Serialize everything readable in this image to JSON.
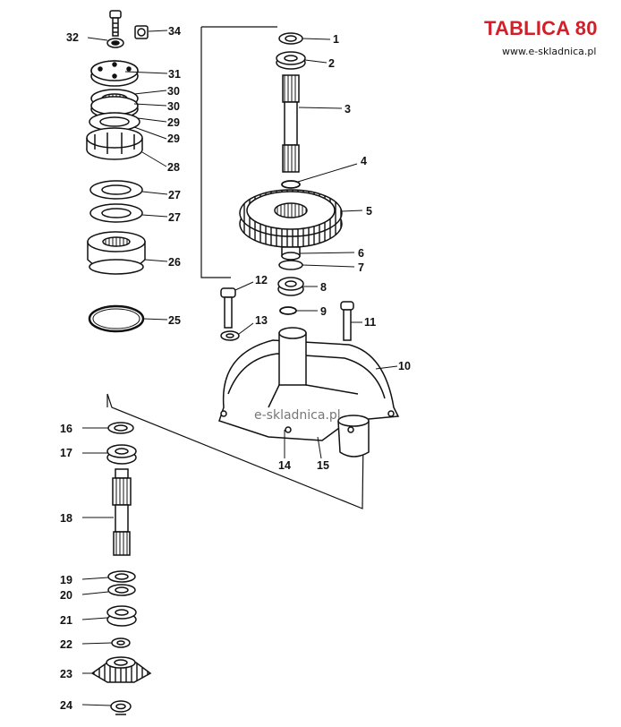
{
  "header": {
    "title": "TABLICA 80",
    "website": "www.e-skladnica.pl",
    "title_color": "#d1202a"
  },
  "watermark": "e-skladnica.pl",
  "callouts": {
    "n1": "1",
    "n2": "2",
    "n3": "3",
    "n4": "4",
    "n5": "5",
    "n6": "6",
    "n7": "7",
    "n8": "8",
    "n9": "9",
    "n10": "10",
    "n11": "11",
    "n12": "12",
    "n13": "13",
    "n14": "14",
    "n15": "15",
    "n16": "16",
    "n17": "17",
    "n18": "18",
    "n19": "19",
    "n20": "20",
    "n21": "21",
    "n22": "22",
    "n23": "23",
    "n24": "24",
    "n25": "25",
    "n26": "26",
    "n27a": "27",
    "n27b": "27",
    "n28": "28",
    "n29a": "29",
    "n29b": "29",
    "n30a": "30",
    "n30b": "30",
    "n31": "31",
    "n32": "32",
    "n34": "34"
  }
}
